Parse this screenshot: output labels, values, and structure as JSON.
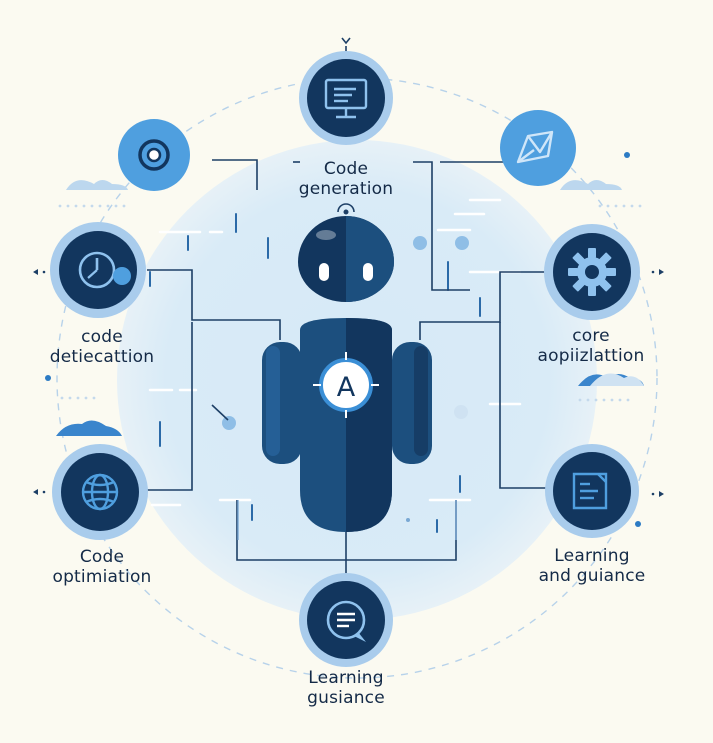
{
  "center": {
    "badge_letter": "A"
  },
  "nodes": {
    "top": {
      "line1": "Code",
      "line2": "generation",
      "icon": "monitor-icon"
    },
    "top_right": {
      "icon": "pen-nib-icon"
    },
    "top_left": {
      "icon": "target-icon"
    },
    "left_upper": {
      "line1": "code",
      "line2": "detiecattion",
      "icon": "gauge-icon"
    },
    "left_lower": {
      "line1": "Code",
      "line2": "optimiation",
      "icon": "globe-icon"
    },
    "right_upper": {
      "line1": "core",
      "line2": "aopiizlattion",
      "icon": "gear-icon"
    },
    "right_lower": {
      "line1": "Learning",
      "line2": "and guiance",
      "icon": "document-icon"
    },
    "bottom": {
      "line1": "Learning",
      "line2": "gusiance",
      "icon": "chat-bubble-icon"
    }
  },
  "colors": {
    "navy": "#1c4f7e",
    "navy_dark": "#12365e",
    "ring": "#a9ccec",
    "accent": "#3b8fd6",
    "halo": "#d4e8f6",
    "background": "#fbfaf1"
  }
}
